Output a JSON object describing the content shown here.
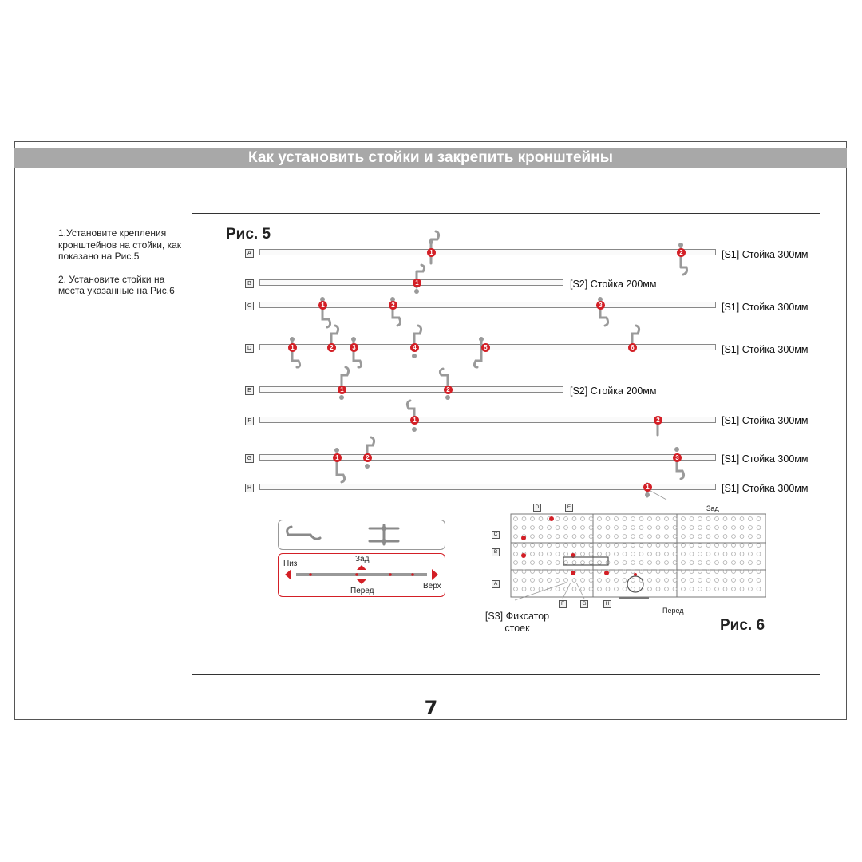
{
  "section_title": "Как установить стойки и закрепить кронштейны",
  "instructions": {
    "step1": "1.Установите крепления кронштейнов на стойки, как показано на Рис.5",
    "step2": "2. Установите стойки на места указанные на Рис.6"
  },
  "figure5": {
    "title": "Рис. 5",
    "rows": [
      {
        "letter": "A",
        "label": "[S1] Стойка 300мм",
        "badges": [
          "1",
          "2"
        ]
      },
      {
        "letter": "B",
        "label": "[S2] Стойка 200мм",
        "badges": [
          "1"
        ]
      },
      {
        "letter": "C",
        "label": "[S1] Стойка 300мм",
        "badges": [
          "1",
          "2",
          "3"
        ]
      },
      {
        "letter": "D",
        "label": "[S1] Стойка 300мм",
        "badges": [
          "1",
          "2",
          "3",
          "4",
          "5",
          "6"
        ]
      },
      {
        "letter": "E",
        "label": "[S2] Стойка 200мм",
        "badges": [
          "1",
          "2"
        ]
      },
      {
        "letter": "F",
        "label": "[S1] Стойка 300мм",
        "badges": [
          "1",
          "2"
        ]
      },
      {
        "letter": "G",
        "label": "[S1] Стойка 300мм",
        "badges": [
          "1",
          "2",
          "3"
        ]
      },
      {
        "letter": "H",
        "label": "[S1] Стойка 300мм",
        "badges": [
          "1"
        ]
      }
    ],
    "directions": {
      "low": "Низ",
      "back": "Зад",
      "front": "Перед",
      "top": "Верх"
    }
  },
  "figure6": {
    "title": "Рис. 6",
    "back_label": "Зад",
    "front_label": "Перед",
    "fixer_label_line1": "[S3] Фиксатор",
    "fixer_label_line2": "стоек",
    "letters": {
      "a": "A",
      "b": "B",
      "c": "C",
      "d": "D",
      "e": "E",
      "f": "F",
      "g": "G",
      "h": "H"
    }
  },
  "page_number": "7",
  "colors": {
    "accent_red": "#d31f26",
    "title_bar_gray": "#a8a8a8"
  }
}
